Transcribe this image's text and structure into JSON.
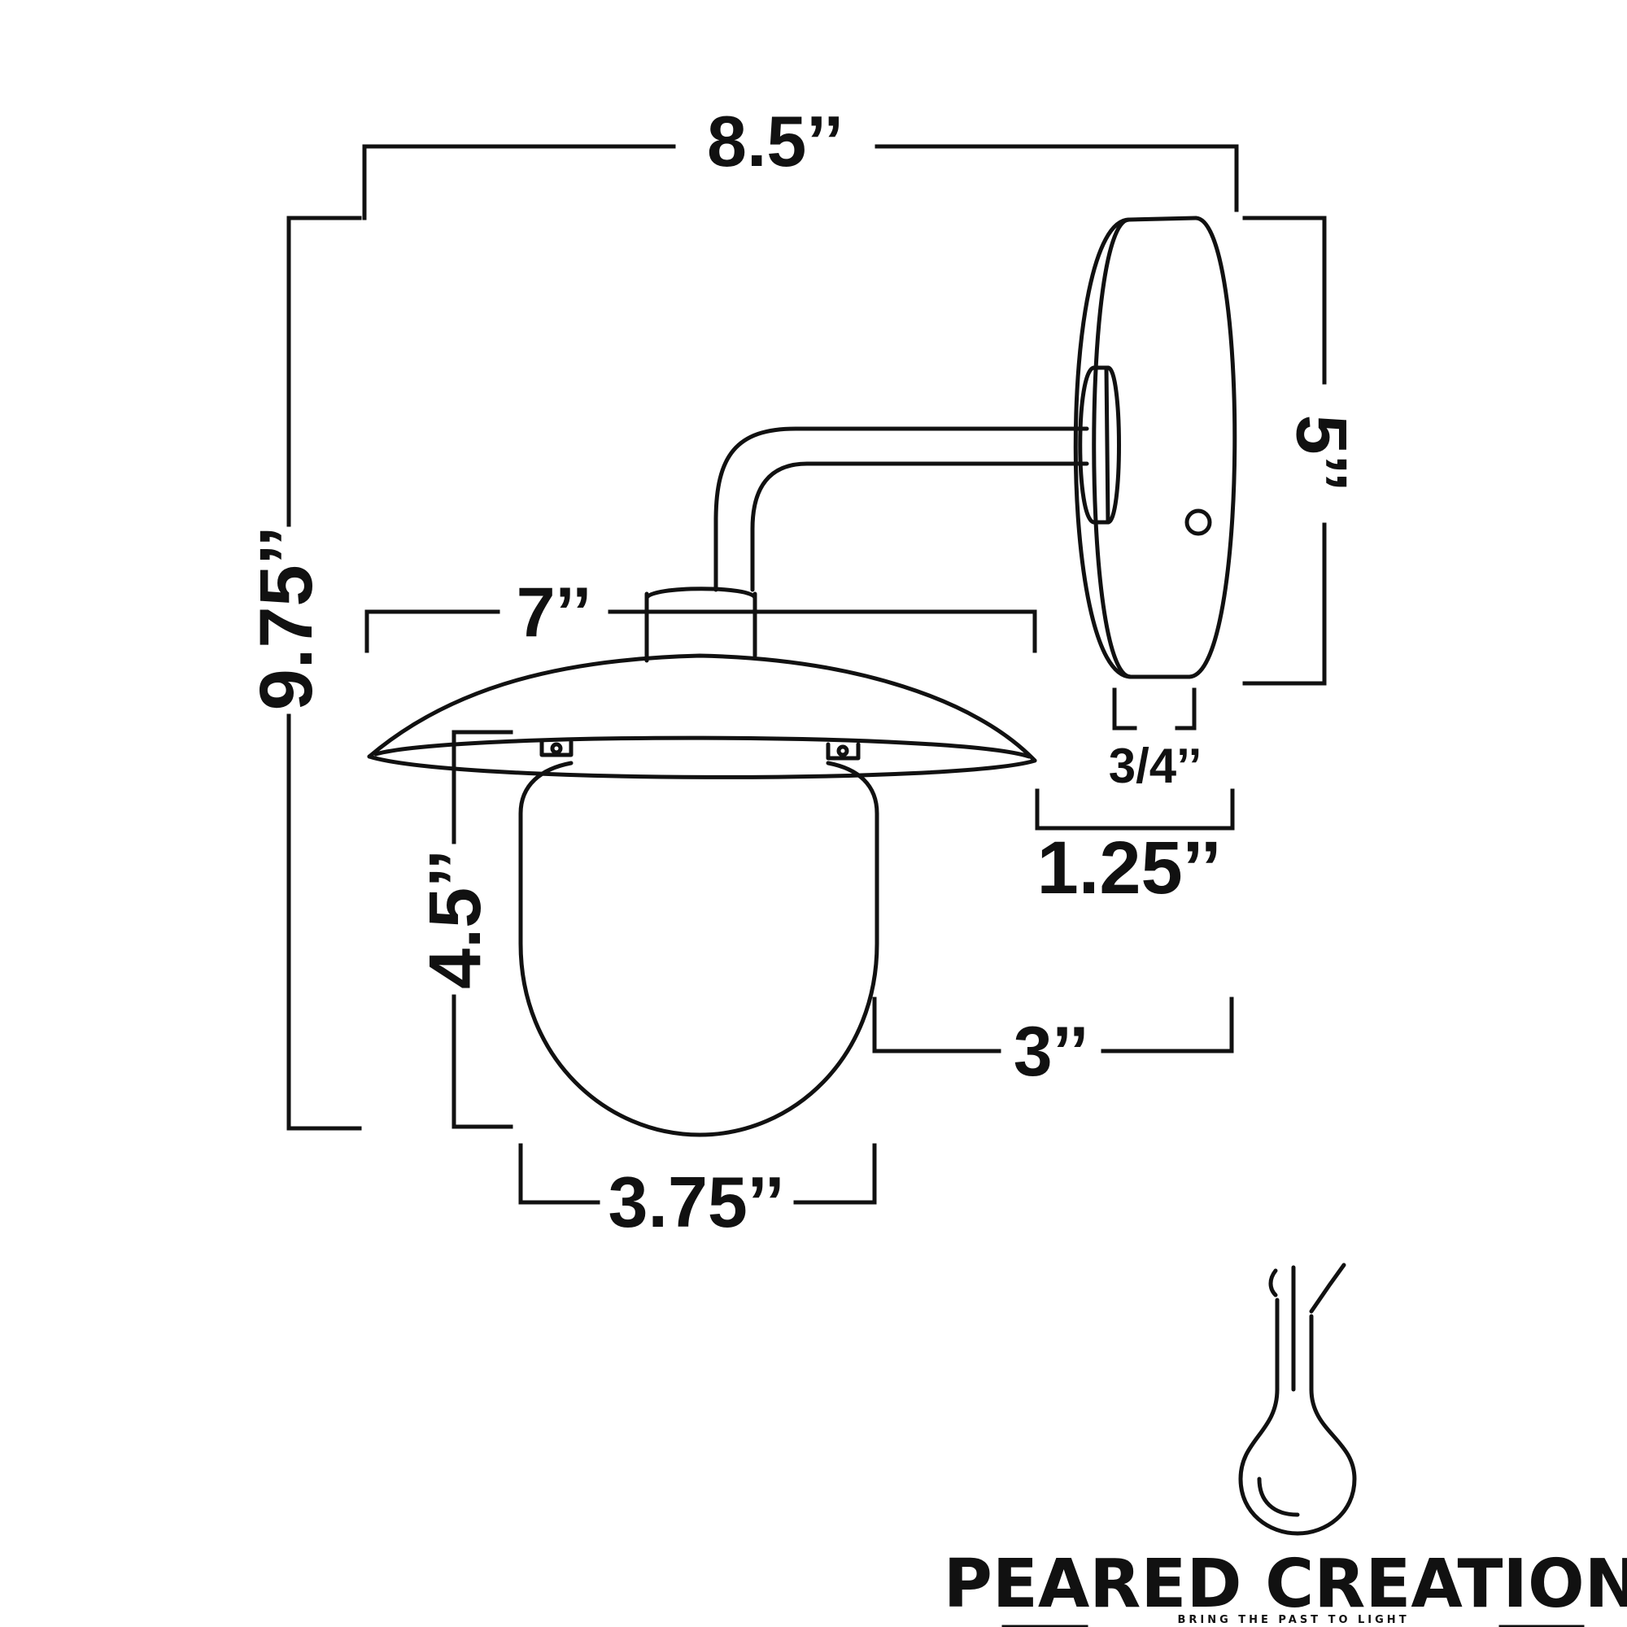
{
  "dimensions": {
    "overall_width": "8.5’’",
    "overall_height": "9.75’’",
    "backplate_height": "5’’",
    "shade_width": "7’’",
    "backplate_depth": "3/4’’",
    "shade_to_backplate": "1.25’’",
    "globe_height": "4.5’’",
    "globe_to_wall": "3’’",
    "globe_width": "3.75’’"
  },
  "brand": {
    "name": "PEARED CREATION",
    "tagline": "BRING THE PAST TO LIGHT"
  },
  "colors": {
    "ink": "#111111",
    "background": "#ffffff"
  }
}
